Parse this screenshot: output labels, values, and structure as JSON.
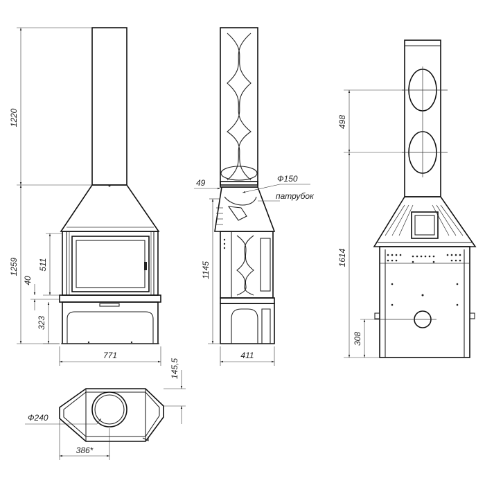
{
  "front_view": {
    "dim_chimney_height": "1220",
    "dim_body_height": "1259",
    "dim_door_height": "511",
    "dim_door_offset": "40",
    "dim_base_height": "323",
    "dim_width": "771"
  },
  "side_view": {
    "dim_collar_offset": "49",
    "dim_collar_diameter": "Ф150",
    "collar_label": "патрубок",
    "dim_collar_height": "1145",
    "dim_depth": "411"
  },
  "rear_view": {
    "dim_opening_spacing": "498",
    "dim_opening_height": "1614",
    "dim_lower_opening_height": "308"
  },
  "top_view": {
    "dim_offset": "145,5",
    "dim_flue_diameter": "Ф240",
    "dim_width": "386*"
  }
}
